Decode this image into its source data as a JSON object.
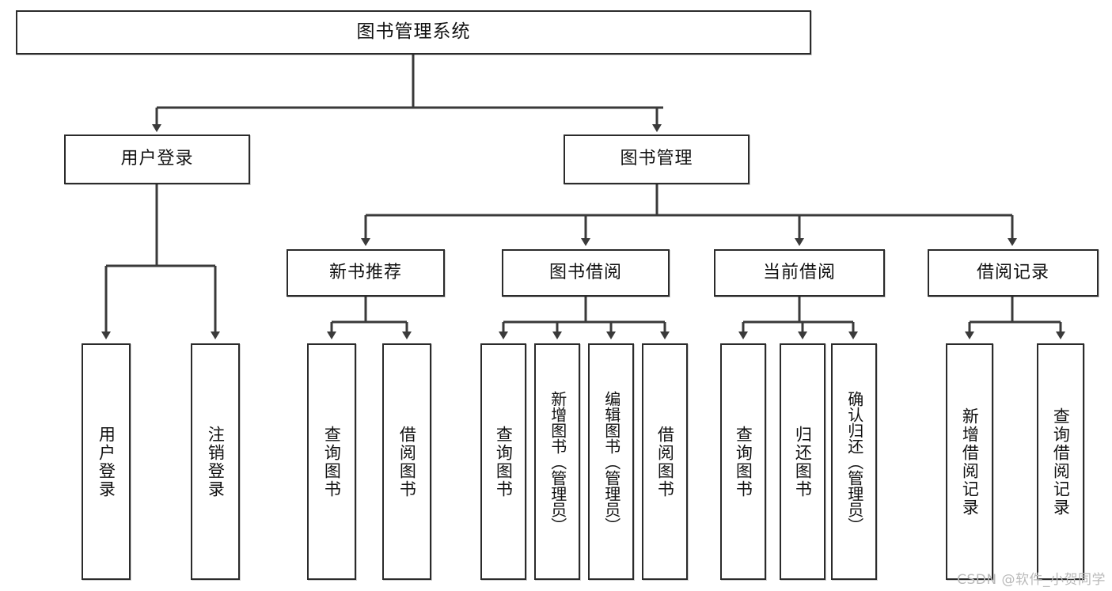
{
  "diagram": {
    "title": "图书管理系统",
    "type": "tree",
    "watermark": "CSDN @软件_小贺同学",
    "colors": {
      "node_border": "#2b2b2b",
      "node_fill": "#ffffff",
      "edge": "#3a3a3a",
      "text": "#111111",
      "watermark": "#b9b9b9"
    },
    "root": {
      "label": "图书管理系统"
    },
    "level1": [
      {
        "label": "用户登录"
      },
      {
        "label": "图书管理"
      }
    ],
    "level2": [
      {
        "label": "新书推荐"
      },
      {
        "label": "图书借阅"
      },
      {
        "label": "当前借阅"
      },
      {
        "label": "借阅记录"
      }
    ],
    "leaves": {
      "user_login": [
        {
          "label": "用户登录"
        },
        {
          "label": "注销登录"
        }
      ],
      "new_book_recommend": [
        {
          "label": "查询图书"
        },
        {
          "label": "借阅图书"
        }
      ],
      "book_borrow": [
        {
          "label": "查询图书"
        },
        {
          "label": "新增图书（管理员）"
        },
        {
          "label": "编辑图书（管理员）"
        },
        {
          "label": "借阅图书"
        }
      ],
      "current_borrow": [
        {
          "label": "查询图书"
        },
        {
          "label": "归还图书"
        },
        {
          "label": "确认归还（管理员）"
        }
      ],
      "borrow_record": [
        {
          "label": "新增借阅记录"
        },
        {
          "label": "查询借阅记录"
        }
      ]
    }
  }
}
